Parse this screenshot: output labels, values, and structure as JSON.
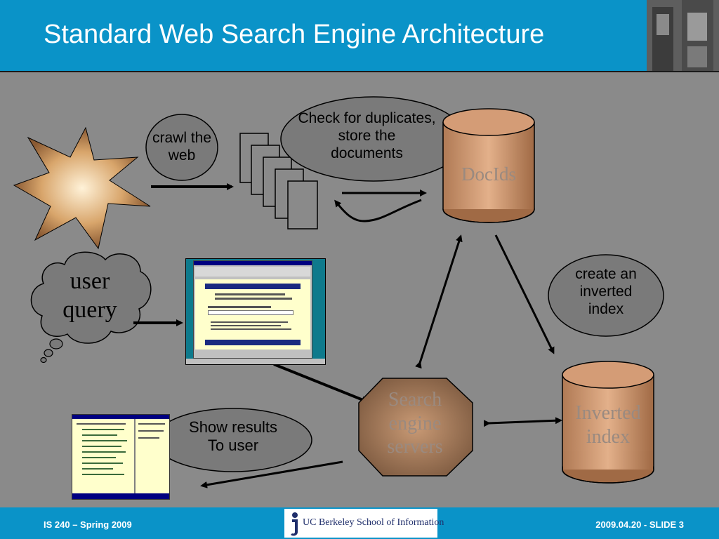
{
  "slide": {
    "title": "Standard Web Search Engine Architecture",
    "footer_left": "IS 240 – Spring 2009",
    "footer_right": "2009.04.20 - SLIDE 3",
    "logo_text": "UC Berkeley School of Information"
  },
  "diagram": {
    "crawl": "crawl the\nweb",
    "check": "Check for duplicates,\nstore the\ndocuments",
    "docids": "DocIds",
    "user_query": "user\nquery",
    "create_index": "create an\ninverted\nindex",
    "search_servers": "Search\nengine\nservers",
    "inverted_index": "Inverted\nindex",
    "show_results": "Show results\nTo user"
  },
  "colors": {
    "header": "#0a93c8",
    "background": "#8a8a8a",
    "ellipse": "#7a7a7a",
    "cylinder": "#c9926a",
    "octagon": "#a0765a",
    "faded_text": "#9a8a80"
  }
}
